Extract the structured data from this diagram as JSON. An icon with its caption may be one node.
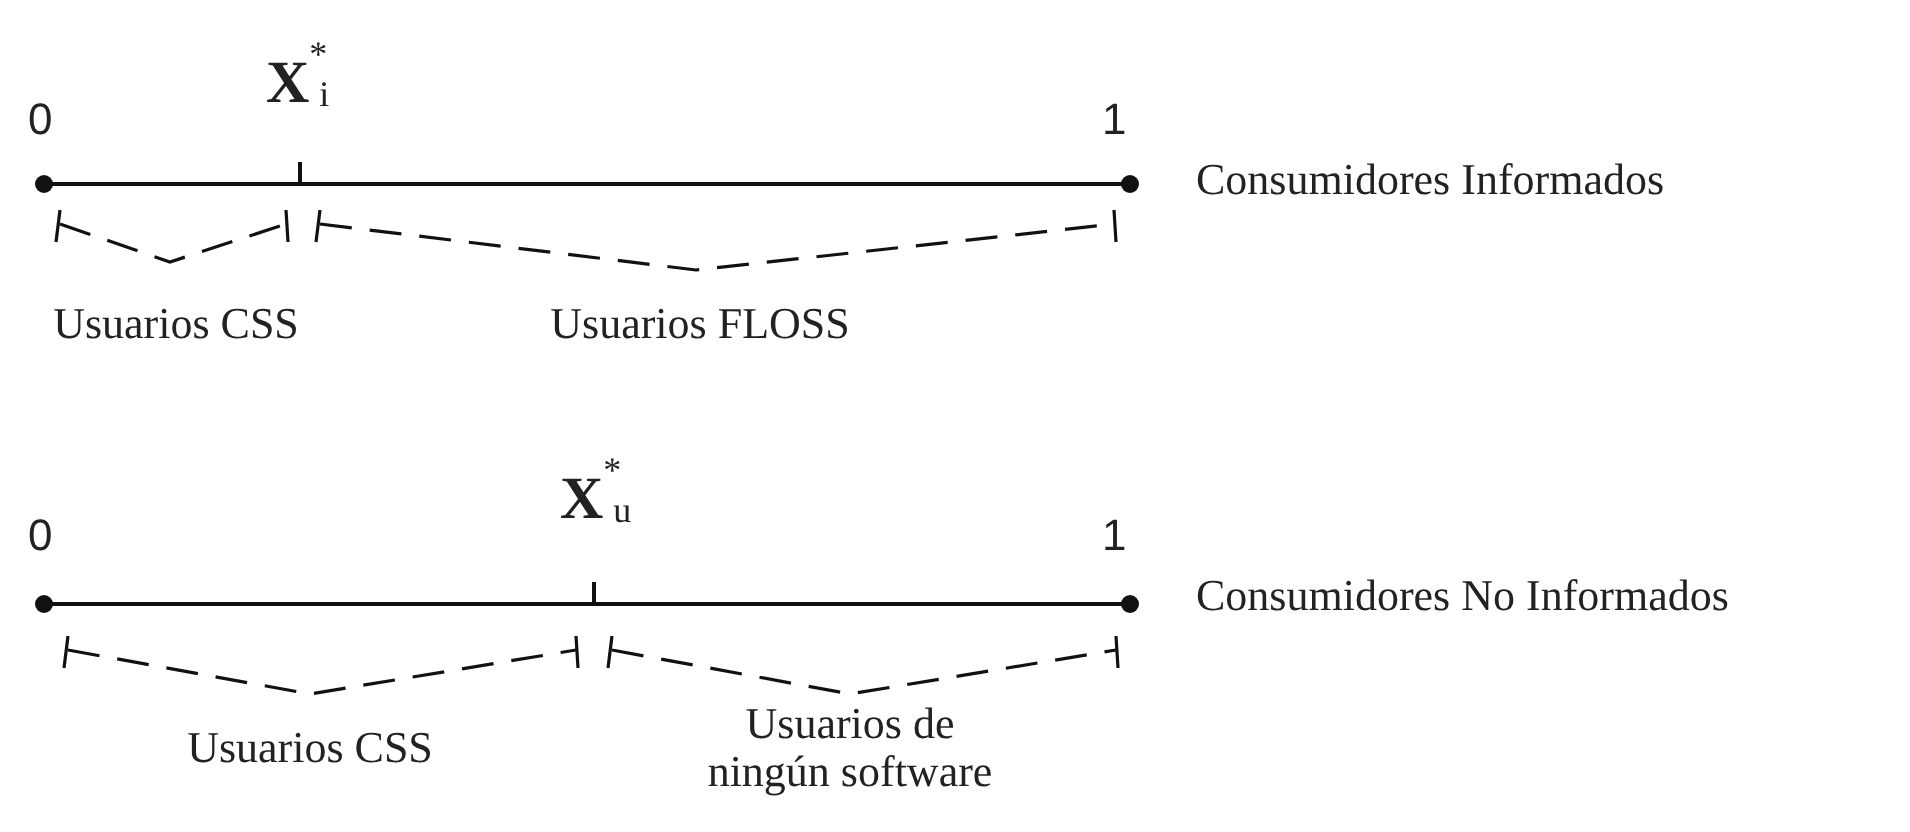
{
  "diagram": {
    "labels": [
      "0",
      "X$^{*}$$_{i}$",
      "1",
      "Consumidores Informados",
      "Usuarios CSS",
      "Usuarios FLOSS",
      "0",
      "X$^{*}$$_{u}$",
      "1",
      "Consumidores No Informados",
      "Usuarios CSS",
      "Usuarios de ningún software"
    ]
  }
}
